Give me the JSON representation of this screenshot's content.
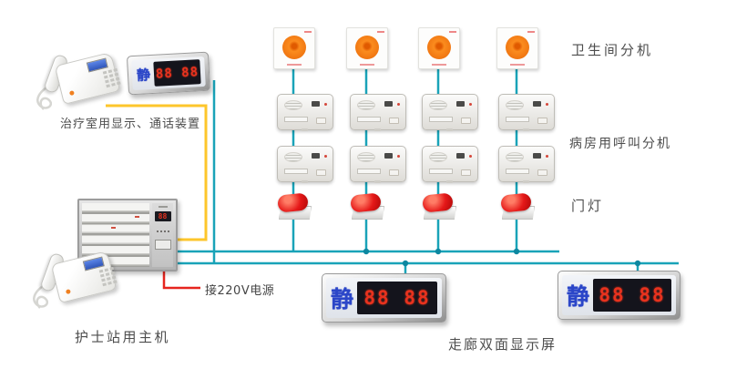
{
  "labels": {
    "treatment_room_device": "治疗室用显示、通话装置",
    "toilet_extension": "卫生间分机",
    "ward_call_extension": "病房用呼叫分机",
    "door_lamp": "门灯",
    "power_connection": "接220V电源",
    "nurse_station_host": "护士站用主机",
    "corridor_display": "走廊双面显示屏"
  },
  "displays": {
    "mute_char": "静",
    "digits": "88 88",
    "host_led": "88"
  },
  "counts": {
    "toilet_extensions": 4,
    "ward_call_extensions": 8,
    "door_lamps": 4,
    "corridor_displays": 2
  },
  "colors": {
    "bus_line_teal": "#19a3b8",
    "treatment_line_yellow": "#fdc62b",
    "power_line_red": "#e6251e",
    "led_digit_red": "#e8321e",
    "mute_char_blue": "#2b46c8",
    "call_button_orange": "#ef7410",
    "door_lamp_red": "#e51818",
    "label_text": "#4d4d4d"
  }
}
